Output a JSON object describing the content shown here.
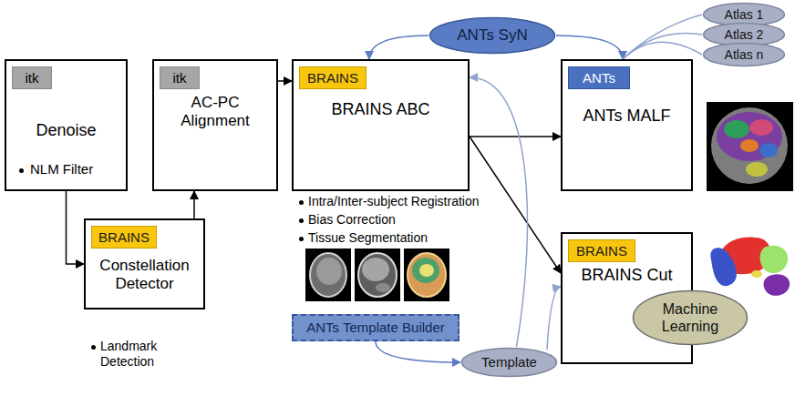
{
  "diagram": {
    "nodes": [
      {
        "text": [
          "Denoise",
          "NLM Filter"
        ]
      },
      {
        "text": [
          "itk"
        ],
        "in": 0
      },
      {
        "text": [
          "Constellation Detector"
        ]
      },
      {
        "text": [
          "BRAINS"
        ],
        "in": 2
      },
      {
        "text": [
          "AC-PC Alignment"
        ]
      },
      {
        "text": [
          "itk"
        ],
        "in": 4
      },
      {
        "text": [
          "ANTs SyN"
        ]
      },
      {
        "text": [
          "BRAINS ABC"
        ]
      },
      {
        "text": [
          "BRAINS"
        ],
        "in": 7
      },
      {
        "text": [
          "Atlas 1"
        ]
      },
      {
        "text": [
          "Atlas 2"
        ]
      },
      {
        "text": [
          "Atlas n"
        ]
      },
      {
        "text": [
          "ANTs MALF"
        ]
      },
      {
        "text": [
          "ANTs"
        ],
        "in": 12
      },
      {
        "text": [
          "BRAINS Cut"
        ]
      },
      {
        "text": [
          "BRAINS"
        ],
        "in": 14
      },
      {
        "text": [
          "Machine Learning"
        ]
      },
      {
        "text": [
          "ANTs Template Builder"
        ]
      },
      {
        "text": [
          "Template"
        ]
      }
    ],
    "edges": [
      {
        "from": 0,
        "to": 2,
        "arrow": "to"
      },
      {
        "from": 2,
        "to": 4,
        "arrow": "to"
      },
      {
        "from": 4,
        "to": 7,
        "arrow": "to"
      },
      {
        "from": 7,
        "to": 12,
        "arrow": "to"
      },
      {
        "from": 7,
        "to": 14,
        "arrow": "to"
      },
      {
        "from": 6,
        "to": 7,
        "arrow": "to"
      },
      {
        "from": 6,
        "to": 12,
        "arrow": "to"
      },
      {
        "from": 9,
        "to": 12,
        "arrow": "none"
      },
      {
        "from": 10,
        "to": 12,
        "arrow": "none"
      },
      {
        "from": 11,
        "to": 12,
        "arrow": "none"
      },
      {
        "from": 17,
        "to": 18,
        "arrow": "to"
      },
      {
        "from": 18,
        "to": 7,
        "arrow": "to"
      },
      {
        "from": 18,
        "to": 14,
        "arrow": "to"
      }
    ],
    "labels": [
      "Landmark Detection",
      "Intra/Inter-subject Registration",
      "Bias Correction",
      "Tissue Segmentation"
    ]
  }
}
